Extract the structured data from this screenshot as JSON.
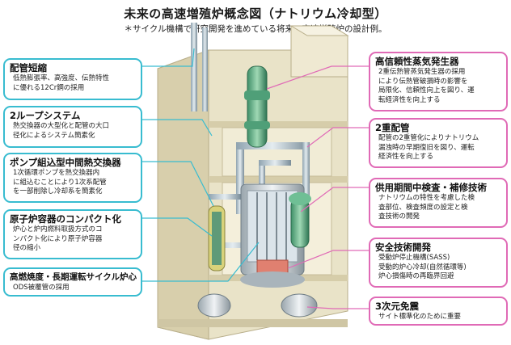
{
  "title": "未来の高速増殖炉概念図（ナトリウム冷却型）",
  "subtitle": "＊サイクル機構で研究開発を進めている将来の高速増殖炉の設計例。",
  "left_boxes": [
    {
      "heading": "配管短縮",
      "lines": [
        "低熱膨張率、高強度、伝熱特性",
        "に優れる12Cr鋼の採用"
      ]
    },
    {
      "heading": "2ループシステム",
      "lines": [
        "熱交換器の大型化と配管の大口",
        "径化によるシステム簡素化"
      ]
    },
    {
      "heading": "ポンプ組込型中間熱交換器",
      "lines": [
        "1次循環ポンプを熱交換器内",
        "に組込むことにより1次系配管",
        "を一部削除し冷却系を簡素化"
      ]
    },
    {
      "heading": "原子炉容器のコンパクト化",
      "lines": [
        "炉心と炉内燃料取扱方式のコ",
        "ンパクト化により原子炉容器",
        "径の縮小"
      ]
    },
    {
      "heading": "高燃焼度・長期運転サイクル炉心",
      "lines": [
        "ODS被覆管の採用"
      ]
    }
  ],
  "right_boxes": [
    {
      "heading": "高信頼性蒸気発生器",
      "lines": [
        "2重伝熱管蒸気発生器の採用",
        "により伝熱管破損時の影響を",
        "局限化、信頼性向上を図り、運",
        "転経済性を向上する"
      ]
    },
    {
      "heading": "2重配管",
      "lines": [
        "配管の2重管化によりナトリウム",
        "漏洩時の早期復旧を図り、運転",
        "経済性を向上する"
      ]
    },
    {
      "heading": "供用期間中検査・補修技術",
      "lines": [
        "ナトリウムの特性を考慮した検",
        "査部位、検査頻度の設定と検",
        "査技術の開発"
      ]
    },
    {
      "heading": "安全技術開発",
      "lines": [
        "受動炉停止機構(SASS)",
        "受動的炉心冷却(自然循環等)",
        "炉心損傷時の再臨界回避"
      ]
    },
    {
      "heading": "3次元免震",
      "lines": [
        "サイト標準化のために重要"
      ]
    }
  ],
  "colors": {
    "left_border": "#38bcd0",
    "right_border": "#e06ab6",
    "building": "#e9e3c8",
    "building_shade": "#c9c0a0",
    "steam_generator": "#5cae86",
    "reactor_core": "#e08070"
  }
}
